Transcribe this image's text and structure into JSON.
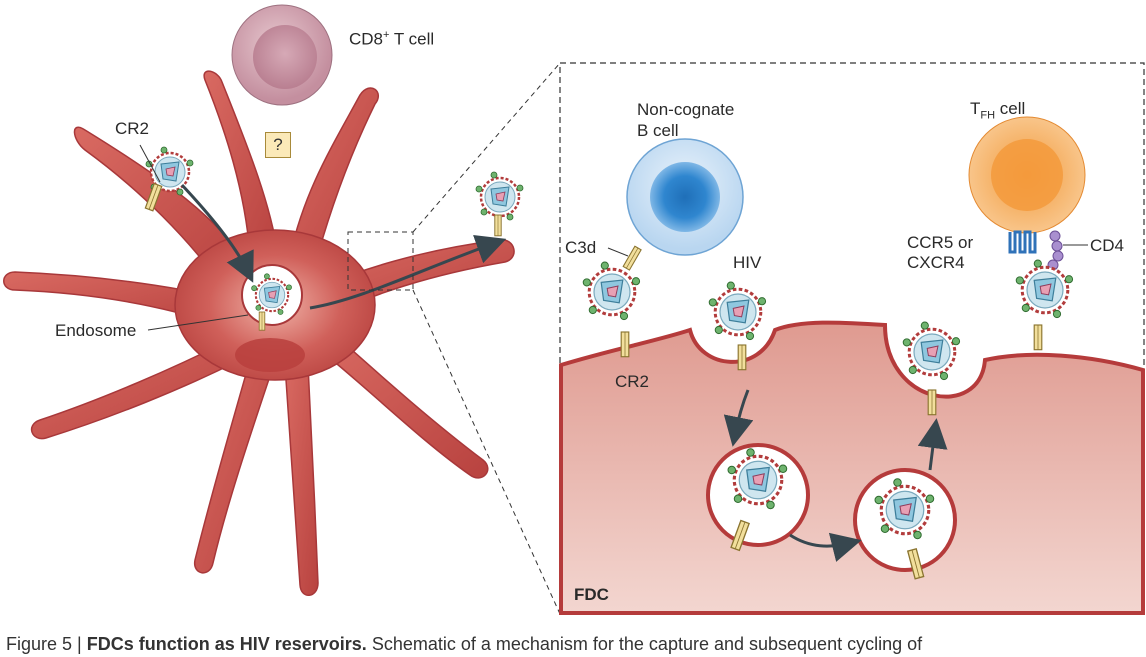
{
  "labels": {
    "cd8": "CD8",
    "cd8_sup": "+",
    "cd8_suffix": " T cell",
    "question": "?",
    "cr2_left": "CR2",
    "endosome": "Endosome",
    "noncognate_line1": "Non-cognate",
    "noncognate_line2": "B cell",
    "tfh_main": "T",
    "tfh_sub": "FH",
    "tfh_suffix": " cell",
    "c3d": "C3d",
    "hiv": "HIV",
    "ccr5_line1": "CCR5 or",
    "ccr5_line2": "CXCR4",
    "cd4": "CD4",
    "cr2_right": "CR2",
    "fdc": "FDC"
  },
  "caption": {
    "prefix": "Figure 5 | ",
    "bold": "FDCs function as HIV reservoirs.",
    "rest": "  Schematic of a mechanism for the capture and subsequent cycling of"
  },
  "colors": {
    "cell_red": "#c8504a",
    "fdc_membrane": "#b53b3b",
    "fdc_fill": "#e3a399",
    "b_cell": "#2f86cf",
    "tfh_cell": "#f2a04c",
    "cd8_cell": "#c79aa8",
    "arrow": "#37474f"
  }
}
